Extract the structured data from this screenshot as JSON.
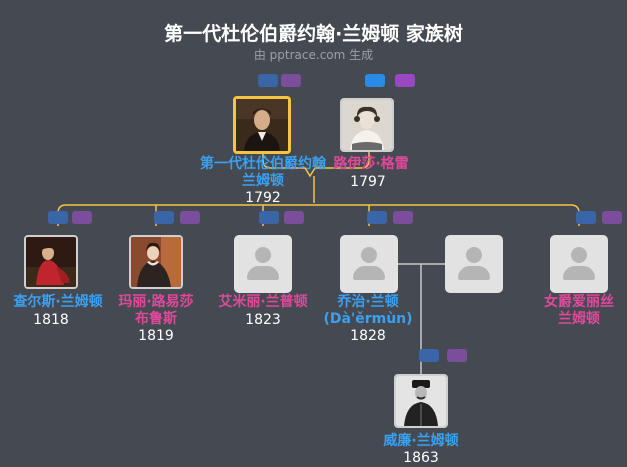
{
  "header": {
    "title": "第一代杜伦伯爵约翰·兰姆顿 家族树",
    "subtitle": "由 pptrace.com 生成"
  },
  "colors": {
    "male": "#3aa0f0",
    "female": "#e0489a",
    "connector": "#f5c542",
    "background": "#454a52"
  },
  "people": {
    "john": {
      "name_line1": "第一代杜伦伯爵约翰",
      "name_line2": "兰姆顿",
      "year": "1792"
    },
    "louisa": {
      "name_line1": "路伊莎·格雷",
      "year": "1797"
    },
    "charles": {
      "name_line1": "查尔斯·兰姆顿",
      "year": "1818"
    },
    "mary": {
      "name_line1": "玛丽·路易莎",
      "name_line2": "布鲁斯",
      "year": "1819"
    },
    "emily": {
      "name_line1": "艾米丽·兰普顿",
      "year": "1823"
    },
    "george": {
      "name_line1": "乔治·兰顿",
      "name_line2": "(Dà'ěrmùn)",
      "year": "1828"
    },
    "alice": {
      "name_line1": "女爵爱丽丝",
      "name_line2": "兰姆顿"
    },
    "william": {
      "name_line1": "威廉·兰姆顿",
      "year": "1863"
    }
  }
}
